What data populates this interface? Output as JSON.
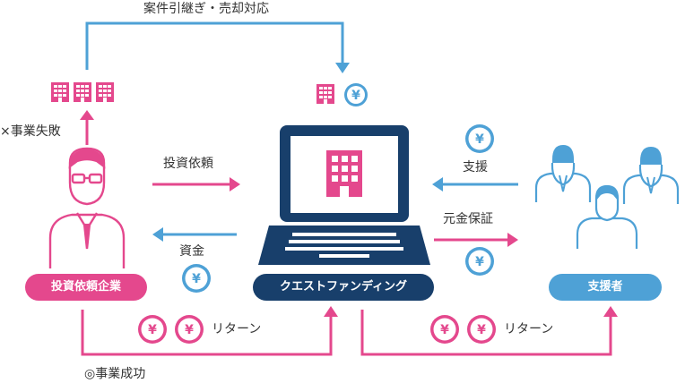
{
  "top_label": "案件引継ぎ・売却対応",
  "failure_label": "×事業失敗",
  "success_label": "◎事業成功",
  "request_label": "投資依頼",
  "funds_label": "資金",
  "support_label": "支援",
  "guarantee_label": "元金保証",
  "return_label_left": "リターン",
  "return_label_right": "リターン",
  "company_pill": "投資依頼企業",
  "platform_pill": "クエストファンディング",
  "supporters_pill": "支援者",
  "yen_glyph": "¥",
  "colors": {
    "pink": "#e4488d",
    "blue": "#4ea1d6",
    "navy": "#183f6b",
    "text": "#333333"
  },
  "icons": [
    "building-icon",
    "yen-coin-icon",
    "laptop-icon",
    "businessman-icon",
    "supporters-group-icon"
  ]
}
